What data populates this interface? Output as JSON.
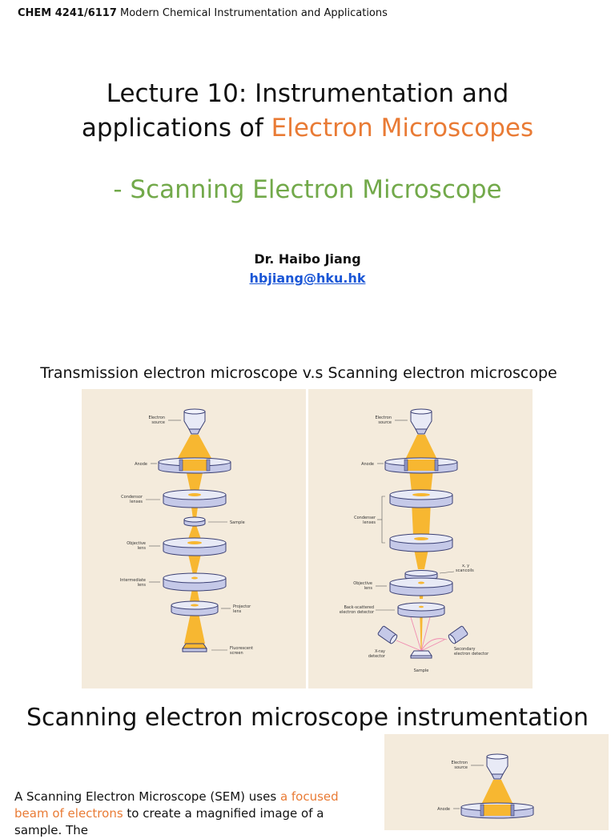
{
  "header": {
    "course_code": "CHEM 4241/6117",
    "course_name": "Modern Chemical Instrumentation and Applications"
  },
  "title": {
    "line1": "Lecture 10: Instrumentation and",
    "line2_prefix": "applications of ",
    "line2_accent": "Electron Microscopes",
    "accent_color": "#e97b35"
  },
  "subtitle": {
    "text": "- Scanning Electron Microscope",
    "color": "#72a94a"
  },
  "author": {
    "name": "Dr. Haibo Jiang",
    "email": "hbjiang@hku.hk",
    "email_color": "#1a56d6"
  },
  "comparison": {
    "heading": "Transmission electron microscope v.s Scanning electron microscope",
    "panel_background": "#f4ebdc",
    "tem_labels": {
      "electron_source_1": "Electron",
      "electron_source_2": "source",
      "anode": "Anode",
      "condensor_1": "Condensor",
      "condensor_2": "lenses",
      "sample": "Sample",
      "objective_1": "Objective",
      "objective_2": "lens",
      "intermediate_1": "Intermediate",
      "intermediate_2": "lens",
      "projector_1": "Projector",
      "projector_2": "lens",
      "screen_1": "Fluorescent",
      "screen_2": "screen"
    },
    "sem_labels": {
      "electron_source_1": "Electron",
      "electron_source_2": "source",
      "anode": "Anode",
      "condenser_1": "Condenser",
      "condenser_2": "lenses",
      "scancoils_1": "x, y",
      "scancoils_2": "scancoils",
      "objective_1": "Objective",
      "objective_2": "lens",
      "backscatter_1": "Back-scattered",
      "backscatter_2": "electron detector",
      "xray_1": "X-ray",
      "xray_2": "detector",
      "secondary_1": "Secondary",
      "secondary_2": "electron detector",
      "sample": "Sample"
    }
  },
  "section": {
    "heading": "Scanning electron microscope instrumentation",
    "body_prefix": "A Scanning Electron Microscope (SEM) uses ",
    "body_accent": "a focused beam of electrons",
    "body_suffix": " to create a magnified image of a sample. The"
  },
  "small_diagram_labels": {
    "electron_source_1": "Electron",
    "electron_source_2": "source",
    "anode": "Anode"
  },
  "colors": {
    "beam": "#f7b731",
    "lens_top": "#e8eaf6",
    "lens_side": "#c5c9e8",
    "lens_stroke": "#3a3f73"
  }
}
